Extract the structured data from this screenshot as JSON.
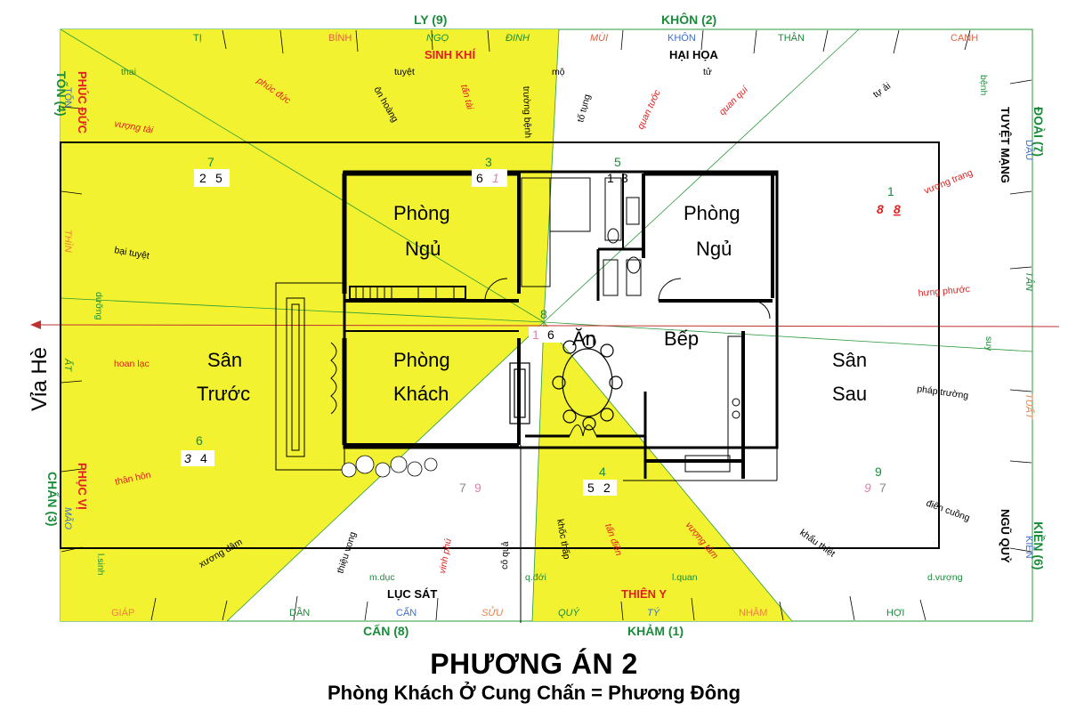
{
  "title": "PHƯƠNG ÁN 2",
  "subtitle": "Phòng Khách Ở Cung Chấn = Phương Đông",
  "colors": {
    "yellow": "#f2f230",
    "green": "#1a8c3a",
    "red": "#e02020",
    "blue": "#3a6fd0",
    "orange": "#f08040",
    "black": "#000000"
  },
  "trigrams": {
    "ly": "LY (9)",
    "khon": "KHÔN (2)",
    "ton": "TỐN (4)",
    "doai": "ĐOÀI (7)",
    "chan": "CHẤN (3)",
    "kien": "KIỀN (6)",
    "can": "CẤN (8)",
    "kham": "KHẢM (1)"
  },
  "fortunes": {
    "sinh_khi": "SINH KHÍ",
    "hai_hoa": "HẠI HỌA",
    "phuc_duc": "PHÚC ĐỨC",
    "tuyet_mang": "TUYỆT MẠNG",
    "phuc_vi": "PHỤC VỊ",
    "ngu_quy": "NGŨ QUỶ",
    "luc_sat": "LỤC SÁT",
    "thien_y": "THIÊN Y"
  },
  "mountains": {
    "ti_top": "TỊ",
    "binh": "BÍNH",
    "ngo": "NGỌ",
    "dinh": "ĐINH",
    "mui": "MÙI",
    "khon": "KHÔN",
    "than": "THÂN",
    "canh": "CANH",
    "ton": "TỐN",
    "thin": "THÌN",
    "at": "ẤT",
    "mao": "MÃO",
    "dau": "DẬU",
    "tan": "TÂN",
    "tuat": "TUẤT",
    "kien": "KIỀN",
    "giap": "GIÁP",
    "dan": "DẦN",
    "can": "CẤN",
    "suu": "SỬU",
    "quy": "QUÝ",
    "ty": "TÝ",
    "nham": "NHÂM",
    "hoi": "HỢI"
  },
  "stars": {
    "thai": "thai",
    "tuyet": "tuyệt",
    "mo": "mộ",
    "tu": "tử",
    "banh": "bệnh",
    "phuc_duc": "phúc đức",
    "vuong_tai": "vượng tài",
    "on_hoang": "ôn hoàng",
    "tan_tai": "tấn tài",
    "truong_benh": "trường bệnh",
    "to_tung": "tố tụng",
    "quan_tuoc": "quan tước",
    "quan_qui": "quan quí",
    "tu_ai": "tự ải",
    "bai_tuyet": "bại tuyệt",
    "duong": "dưỡng",
    "hoan_lac": "hoan lạc",
    "than_hon": "thân hôn",
    "vuong_trang": "vượng trang",
    "hung_phuoc": "hưng phước",
    "suy": "suy",
    "phap_truong": "pháp trường",
    "dien_cuong": "điên cuồng",
    "d_vuong": "d.vượng",
    "l_sinh": "l.sinh",
    "xuong_dam": "xương dâm",
    "thieu_vong": "thiệu vong",
    "m_duc": "m.dục",
    "vinh_phu": "vinh phú",
    "co_qua": "cô quả",
    "q_doi": "q.đới",
    "khoc_thap": "khốc thấp",
    "tan_dien": "tấn điền",
    "l_quan": "l.quan",
    "vuong_tam": "vượng tàm",
    "khau_thiet": "khẩu thiệt"
  },
  "rooms": {
    "phong_ngu_1": "Phòng",
    "phong_ngu_1b": "Ngủ",
    "phong_ngu_2": "Phòng",
    "phong_ngu_2b": "Ngủ",
    "phong_khach": "Phòng",
    "phong_khach_b": "Khách",
    "an": "Ăn",
    "bep": "Bếp",
    "san_truoc": "Sân",
    "san_truoc_b": "Trước",
    "san_sau": "Sân",
    "san_sau_b": "Sau",
    "via_he": "Vỉa Hè"
  },
  "flying_stars": {
    "nw_top": "7",
    "nw_a": "2",
    "nw_b": "5",
    "n_top": "3",
    "n_a": "6",
    "n_b": "1",
    "ne_top": "5",
    "ne_a": "1",
    "ne_b": "3",
    "e_top": "1",
    "e_a": "8",
    "e_b": "8",
    "center_top": "8",
    "center_a": "1",
    "center_b": "6",
    "sw_top": "6",
    "sw_a": "3",
    "sw_b": "4",
    "s_top": "4",
    "s_a": "5",
    "s_b": "2",
    "s_left_a": "7",
    "s_left_b": "9",
    "se_top": "9",
    "se_a": "9",
    "se_b": "7"
  }
}
